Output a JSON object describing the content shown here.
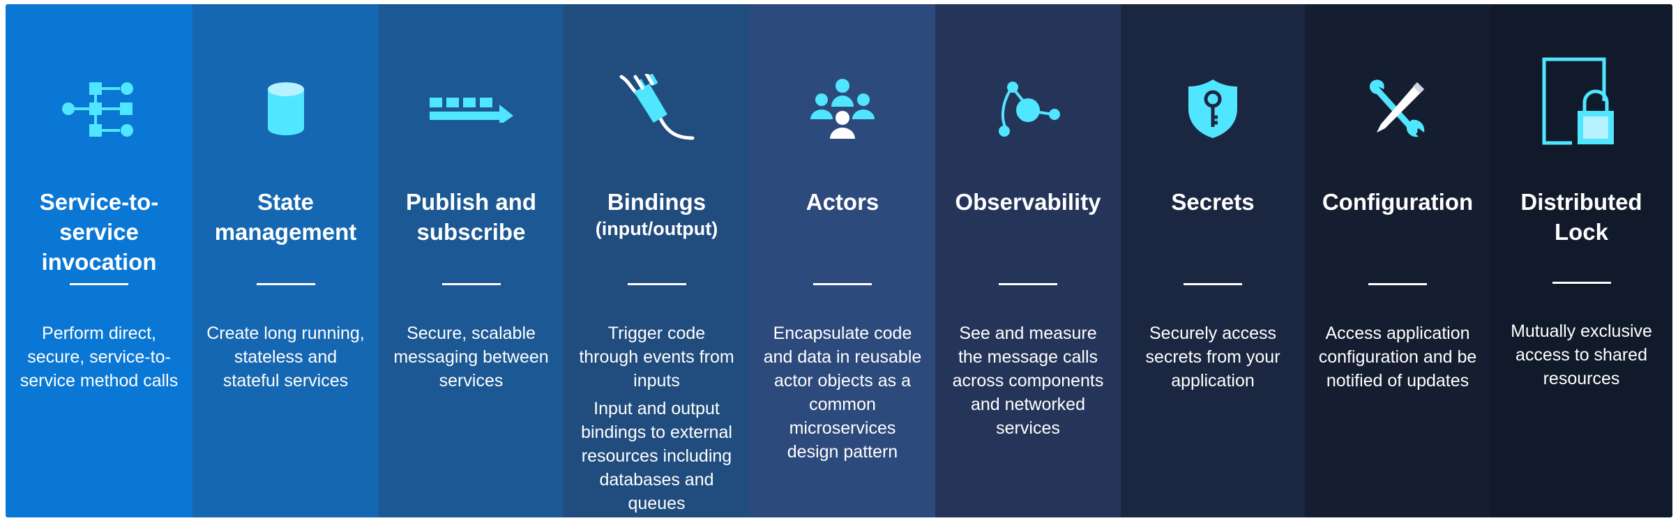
{
  "accent_color": "#50e6ff",
  "columns": [
    {
      "id": "service-invocation",
      "icon": "flowchart-icon",
      "background": "#0a77d4",
      "title": "Service-to-service invocation",
      "subtitle": "",
      "description": "Perform direct, secure, service-to-service method calls",
      "description_extra": ""
    },
    {
      "id": "state-management",
      "icon": "cylinder-icon",
      "background": "#1667b2",
      "title": "State management",
      "subtitle": "",
      "description": "Create long running, stateless and stateful services",
      "description_extra": ""
    },
    {
      "id": "publish-subscribe",
      "icon": "message-queue-icon",
      "background": "#1b5894",
      "title": "Publish and subscribe",
      "subtitle": "",
      "description": "Secure, scalable messaging between services",
      "description_extra": ""
    },
    {
      "id": "bindings",
      "icon": "plug-icon",
      "background": "#204c7e",
      "title": "Bindings",
      "subtitle": "(input/output)",
      "description": "Trigger code through events from inputs",
      "description_extra": "Input and output bindings to external resources including databases and queues"
    },
    {
      "id": "actors",
      "icon": "people-group-icon",
      "background": "#2d4a7c",
      "title": "Actors",
      "subtitle": "",
      "description": "Encapsulate code and data in reusable actor objects as a common microservices design pattern",
      "description_extra": ""
    },
    {
      "id": "observability",
      "icon": "network-nodes-icon",
      "background": "#243559",
      "title": "Observability",
      "subtitle": "",
      "description": "See and measure the message calls across components and networked services",
      "description_extra": ""
    },
    {
      "id": "secrets",
      "icon": "shield-key-icon",
      "background": "#1b2740",
      "title": "Secrets",
      "subtitle": "",
      "description": "Securely access secrets from your application",
      "description_extra": ""
    },
    {
      "id": "configuration",
      "icon": "tools-icon",
      "background": "#151d30",
      "title": "Configuration",
      "subtitle": "",
      "description": "Access application configuration and be notified of updates",
      "description_extra": ""
    },
    {
      "id": "distributed-lock",
      "icon": "padlock-door-icon",
      "background": "#111a2a",
      "title": "Distributed Lock",
      "subtitle": "",
      "description": "Mutually exclusive access to shared resources",
      "description_extra": ""
    }
  ]
}
